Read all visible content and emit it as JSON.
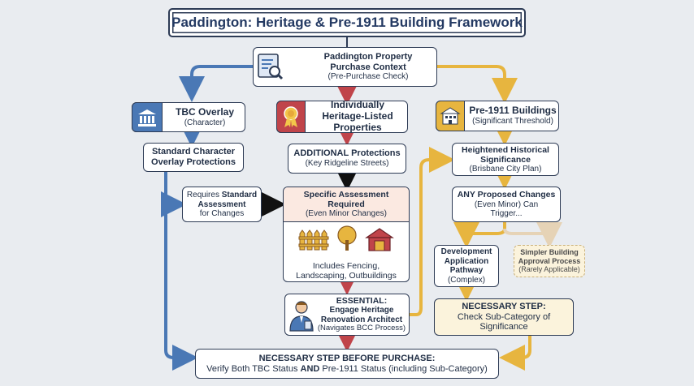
{
  "title": "Paddington: Heritage & Pre-1911 Building Framework",
  "context": {
    "title": "Paddington Property Purchase Context",
    "subtitle": "(Pre-Purchase Check)"
  },
  "tbc": {
    "title": "TBC Overlay",
    "subtitle": "(Character)",
    "standard": "Standard Character Overlay Protections",
    "requires_prefix": "Requires ",
    "requires_bold": "Standard Assessment",
    "requires_suffix": "for Changes"
  },
  "heritage": {
    "title": "Individually Heritage-Listed Properties",
    "additional": "ADDITIONAL Protections",
    "additional_sub": "(Key Ridgeline Streets)",
    "specific": "Specific Assessment Required",
    "specific_sub": "(Even Minor Changes)",
    "includes": "Includes Fencing, Landscaping, Outbuildings",
    "essential": "ESSENTIAL:",
    "engage": "Engage Heritage Renovation Architect",
    "engage_sub": "(Navigates BCC Process)"
  },
  "pre1911": {
    "title": "Pre-1911 Buildings",
    "subtitle": "(Significant Threshold)",
    "heightened": "Heightened Historical Significance",
    "heightened_sub": "(Brisbane City Plan)",
    "any": "ANY Proposed Changes",
    "any_sub": "(Even Minor) Can Trigger...",
    "dev": "Development Application Pathway",
    "dev_sub": "(Complex)",
    "simpler": "Simpler Building Approval Process",
    "simpler_sub": "(Rarely Applicable)",
    "necessary": "NECESSARY STEP:",
    "necessary_sub": "Check Sub-Category of Significance"
  },
  "final": {
    "title": "NECESSARY STEP BEFORE PURCHASE:",
    "line_a": "Verify Both TBC Status ",
    "line_bold": "AND",
    "line_b": " Pre-1911 Status (including Sub-Category)"
  },
  "colors": {
    "blue": "#4a78b5",
    "red": "#c0444a",
    "yellow": "#e7b53f",
    "navy": "#2d3b55",
    "cream": "#fbf3dc",
    "peach": "#fbe9e1"
  },
  "icons": [
    "document-magnifier-icon",
    "columns-building-icon",
    "award-ribbon-icon",
    "house-icon",
    "fence-icon",
    "tree-icon",
    "shed-icon",
    "architect-person-icon"
  ]
}
